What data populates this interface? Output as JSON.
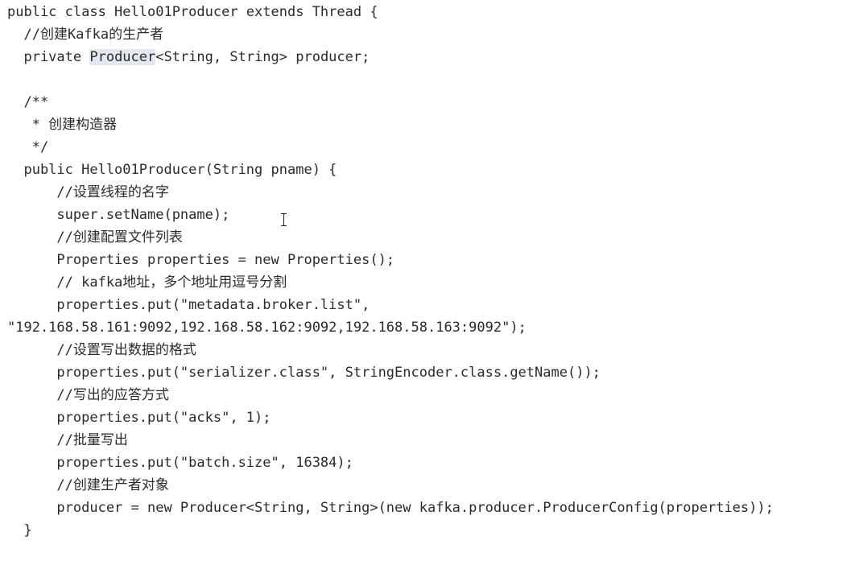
{
  "code": {
    "lines": [
      "public class Hello01Producer extends Thread {",
      "  //创建Kafka的生产者",
      "  private Producer<String, String> producer;",
      "",
      "  /**",
      "   * 创建构造器",
      "   */",
      "  public Hello01Producer(String pname) {",
      "      //设置线程的名字",
      "      super.setName(pname);",
      "      //创建配置文件列表",
      "      Properties properties = new Properties();",
      "      // kafka地址，多个地址用逗号分割",
      "      properties.put(\"metadata.broker.list\",",
      "\"192.168.58.161:9092,192.168.58.162:9092,192.168.58.163:9092\");",
      "      //设置写出数据的格式",
      "      properties.put(\"serializer.class\", StringEncoder.class.getName());",
      "      //写出的应答方式",
      "      properties.put(\"acks\", 1);",
      "      //批量写出",
      "      properties.put(\"batch.size\", 16384);",
      "      //创建生产者对象",
      "      producer = new Producer<String, String>(new kafka.producer.ProducerConfig(properties));",
      "  }"
    ],
    "highlight": {
      "line_index": 2,
      "before": "  private ",
      "word": "Producer",
      "after": "<String, String> producer;"
    }
  },
  "colors": {
    "background": "#ffffff",
    "text": "#2b2b2b",
    "highlight": "#e3e8ef"
  },
  "icons": {
    "cursor": "text-cursor-icon"
  }
}
